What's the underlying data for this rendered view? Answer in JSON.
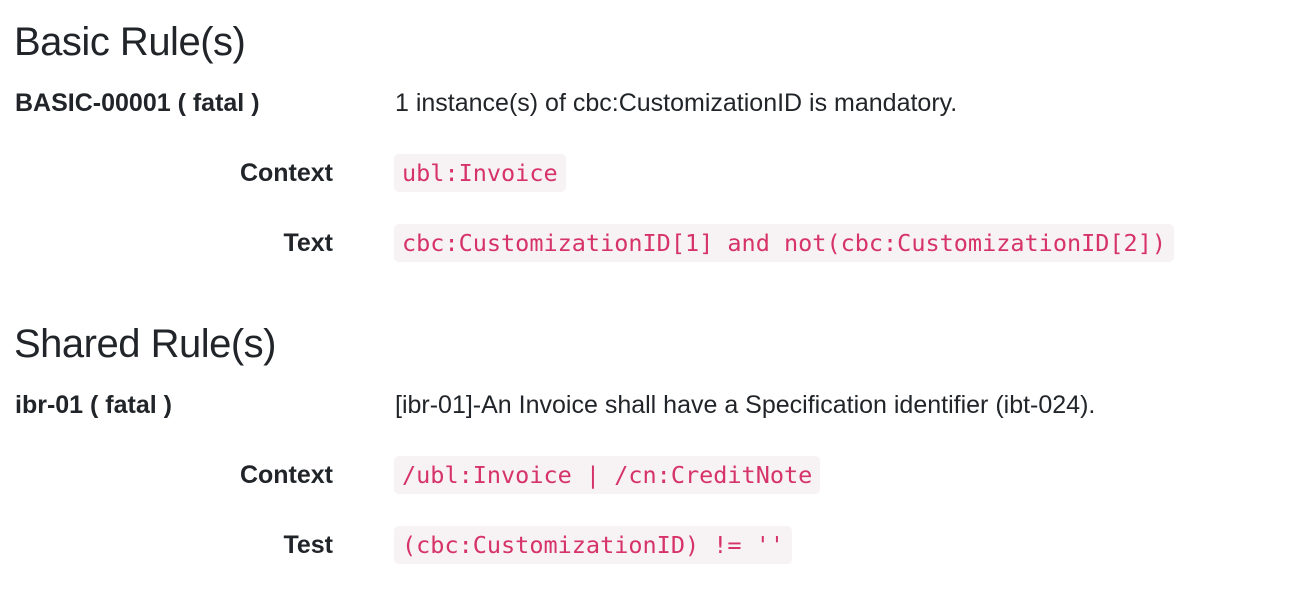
{
  "basic_section": {
    "title": "Basic Rule(s)",
    "rule": {
      "id": "BASIC-00001 ( fatal )",
      "description": "1 instance(s) of cbc:CustomizationID is mandatory.",
      "context_label": "Context",
      "context_value": "ubl:Invoice",
      "text_label": "Text",
      "text_value": "cbc:CustomizationID[1] and not(cbc:CustomizationID[2])"
    }
  },
  "shared_section": {
    "title": "Shared Rule(s)",
    "rule": {
      "id": "ibr-01 ( fatal )",
      "description": "[ibr-01]-An Invoice shall have a Specification identifier (ibt-024).",
      "context_label": "Context",
      "context_value": "/ubl:Invoice | /cn:CreditNote",
      "test_label": "Test",
      "test_value": "(cbc:CustomizationID) != ''"
    }
  },
  "colors": {
    "text": "#212529",
    "code_text": "#d63368",
    "code_background": "#f7f2f4"
  }
}
